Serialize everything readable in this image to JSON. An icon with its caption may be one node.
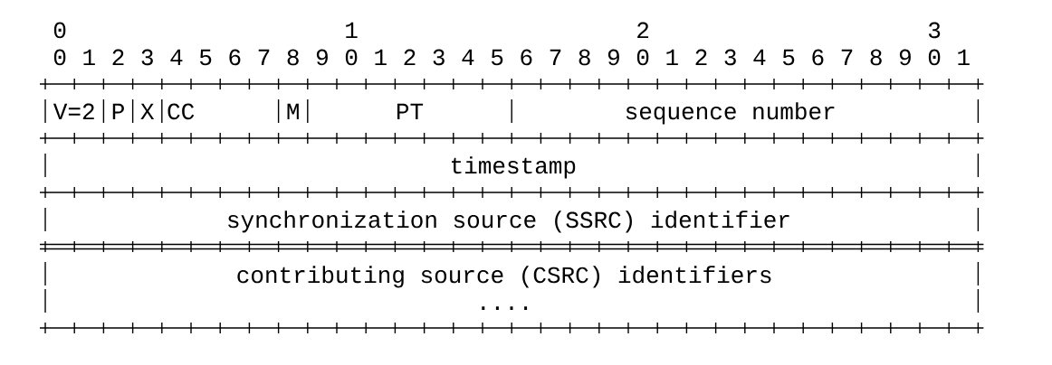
{
  "diagram": {
    "nodes": [
      {
        "text": [
          "V=2"
        ]
      },
      {
        "text": [
          "P"
        ]
      },
      {
        "text": [
          "X"
        ]
      },
      {
        "text": [
          "CC"
        ]
      },
      {
        "text": [
          "M"
        ]
      },
      {
        "text": [
          "PT"
        ]
      },
      {
        "text": [
          "sequence number"
        ]
      },
      {
        "text": [
          "timestamp"
        ]
      },
      {
        "text": [
          "synchronization source (SSRC) identifier"
        ]
      },
      {
        "text": [
          "contributing source (CSRC) identifiers",
          "...."
        ]
      }
    ],
    "labels": [
      "0",
      "1",
      "2",
      "3",
      "0",
      "1",
      "2",
      "3",
      "4",
      "5",
      "6",
      "7",
      "8",
      "9",
      "0",
      "1",
      "2",
      "3",
      "4",
      "5",
      "6",
      "7",
      "8",
      "9",
      "0",
      "1",
      "2",
      "3",
      "4",
      "5",
      "6",
      "7",
      "8",
      "9",
      "0",
      "1"
    ]
  }
}
